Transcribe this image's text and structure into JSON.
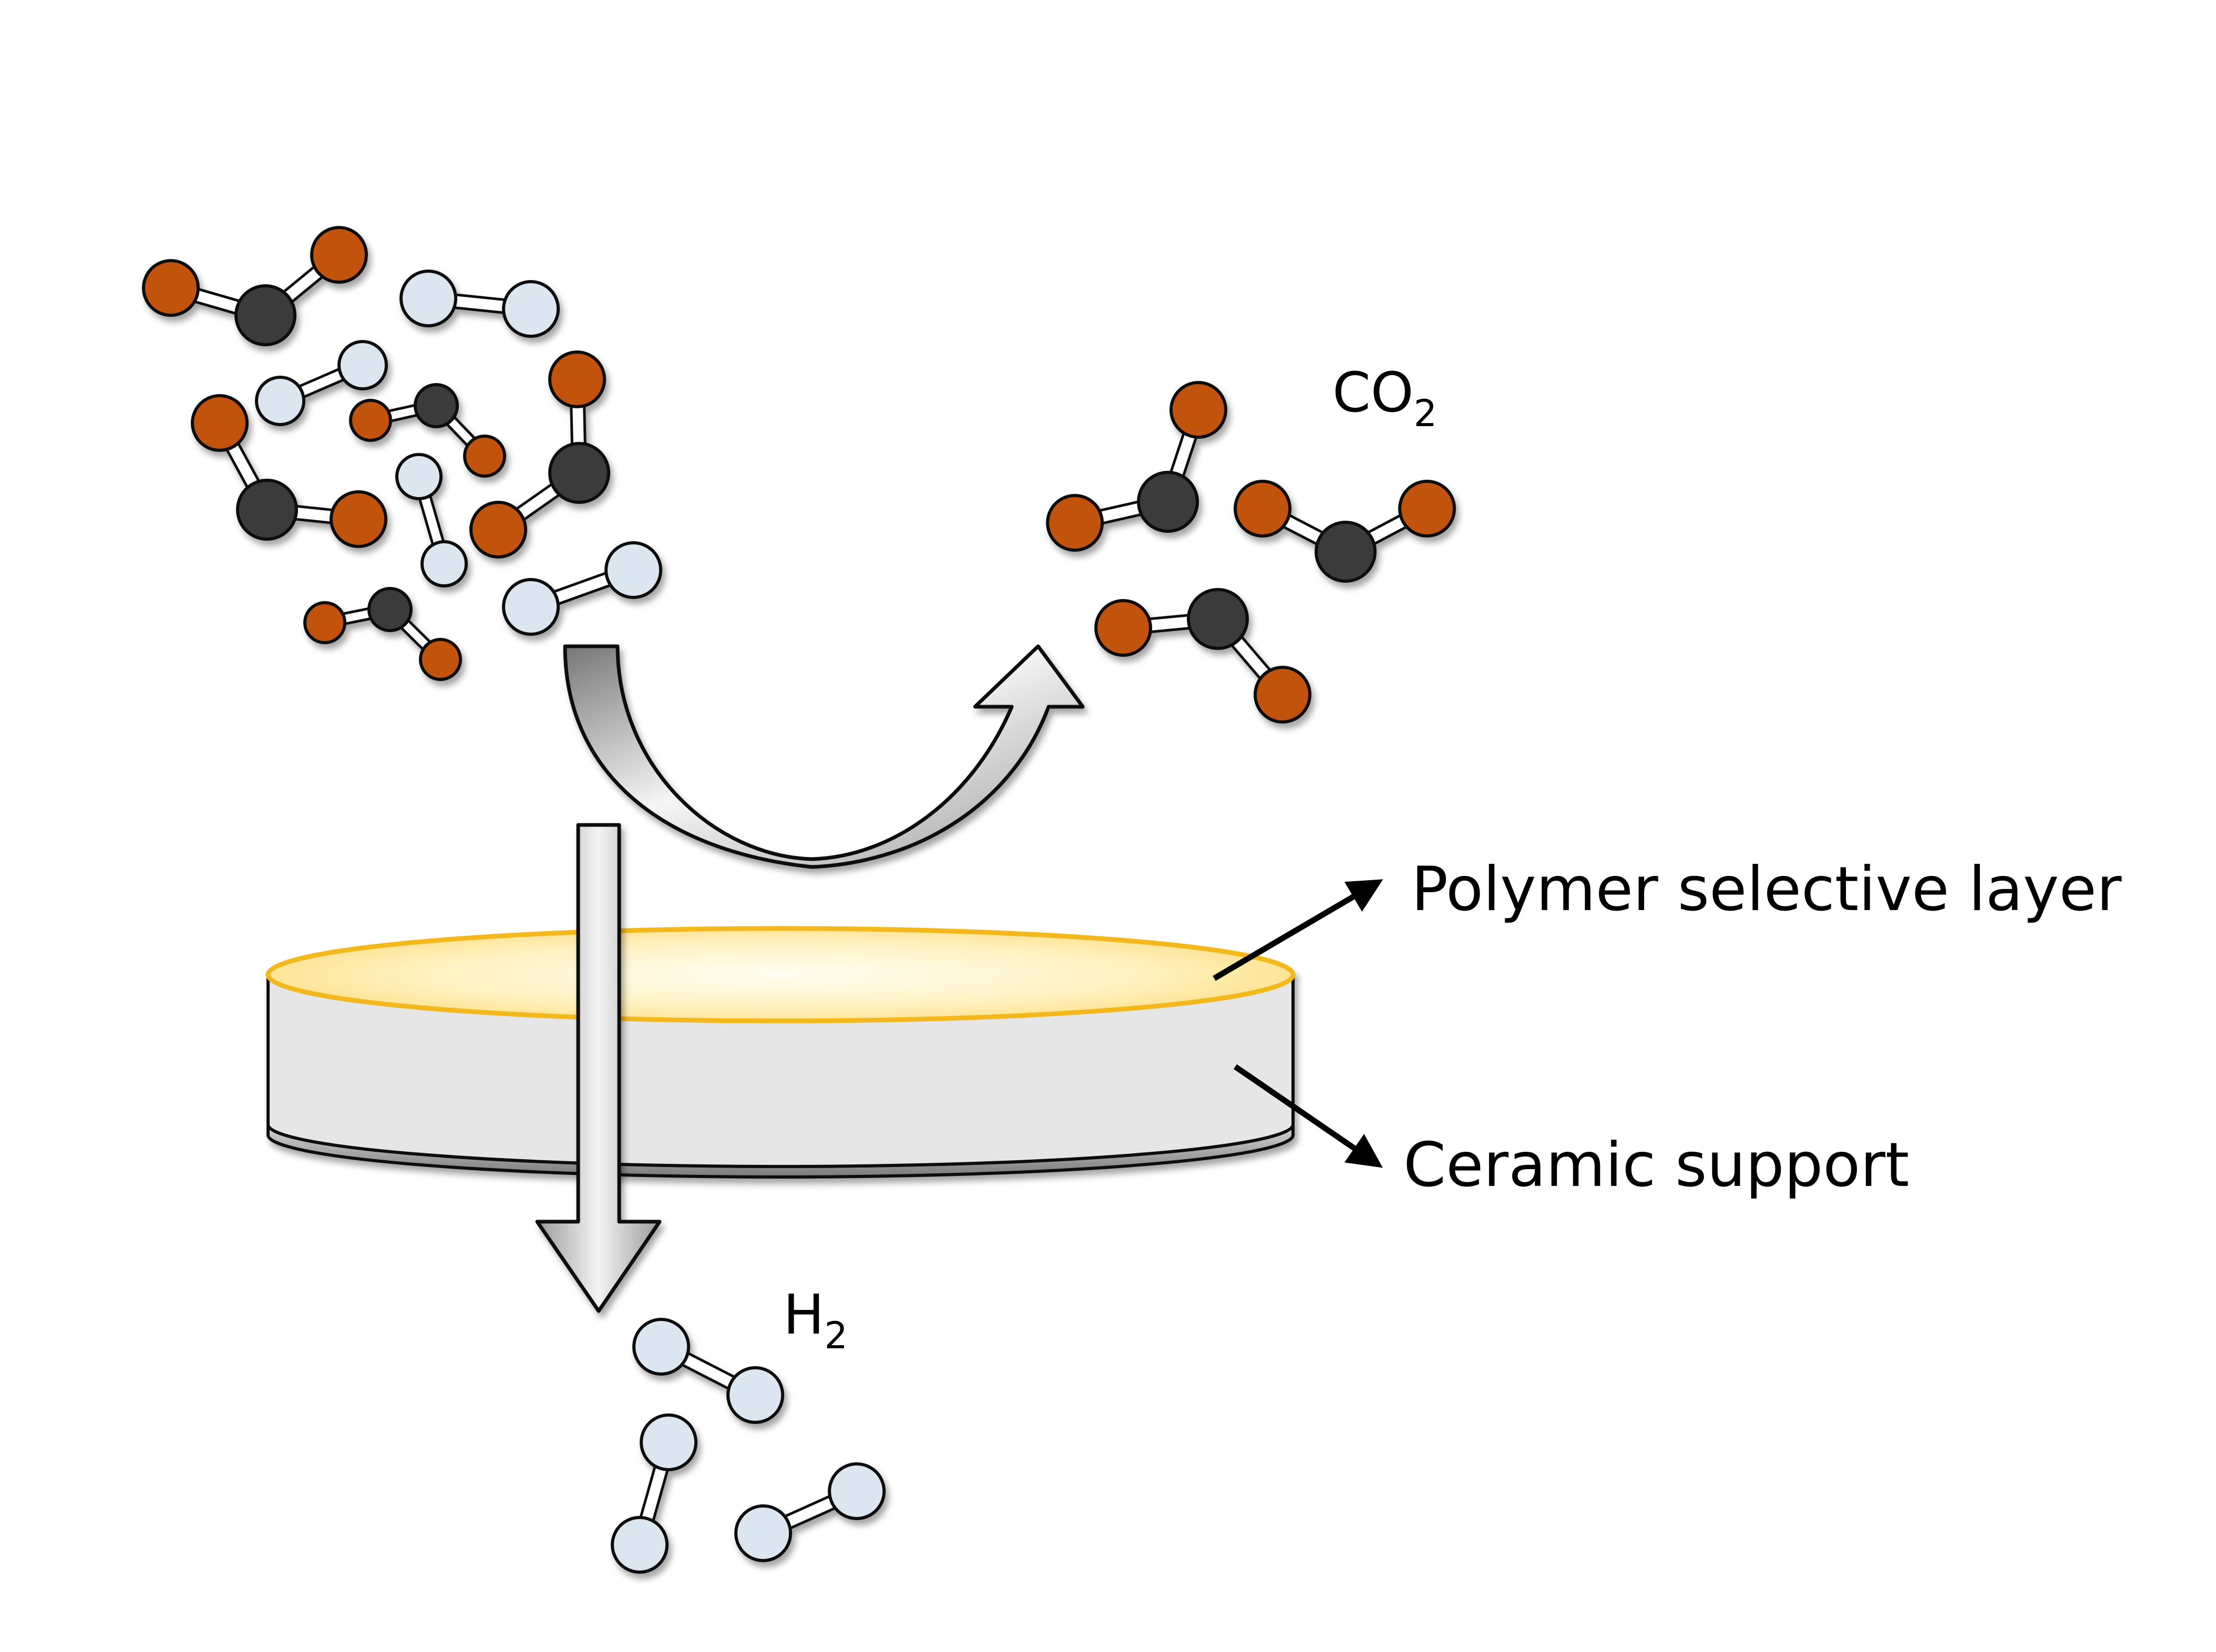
{
  "labels": {
    "co2_formula": {
      "base": "CO",
      "sub": "2"
    },
    "h2_formula": {
      "base": "H",
      "sub": "2"
    },
    "polymer_layer": "Polymer selective layer",
    "ceramic_support": "Ceramic support"
  },
  "colors": {
    "oxygen": "#c2520d",
    "carbon": "#3a3a3a",
    "hydrogen": "#dce6f1",
    "outline": "#111111",
    "polymer_rim": "#f2b81e",
    "polymer_center": "#fffdf0",
    "ceramic_side": "#e5e5e5",
    "ceramic_shadow": "#9a9a9a",
    "arrow_light": "#f5f5f5",
    "arrow_dark": "#8a8a8a"
  },
  "icons": {
    "co2_molecule": "co2-molecule-icon",
    "h2_molecule": "h2-molecule-icon",
    "permeate_arrow": "down-arrow-icon",
    "reject_arrow": "curved-arrow-icon"
  }
}
